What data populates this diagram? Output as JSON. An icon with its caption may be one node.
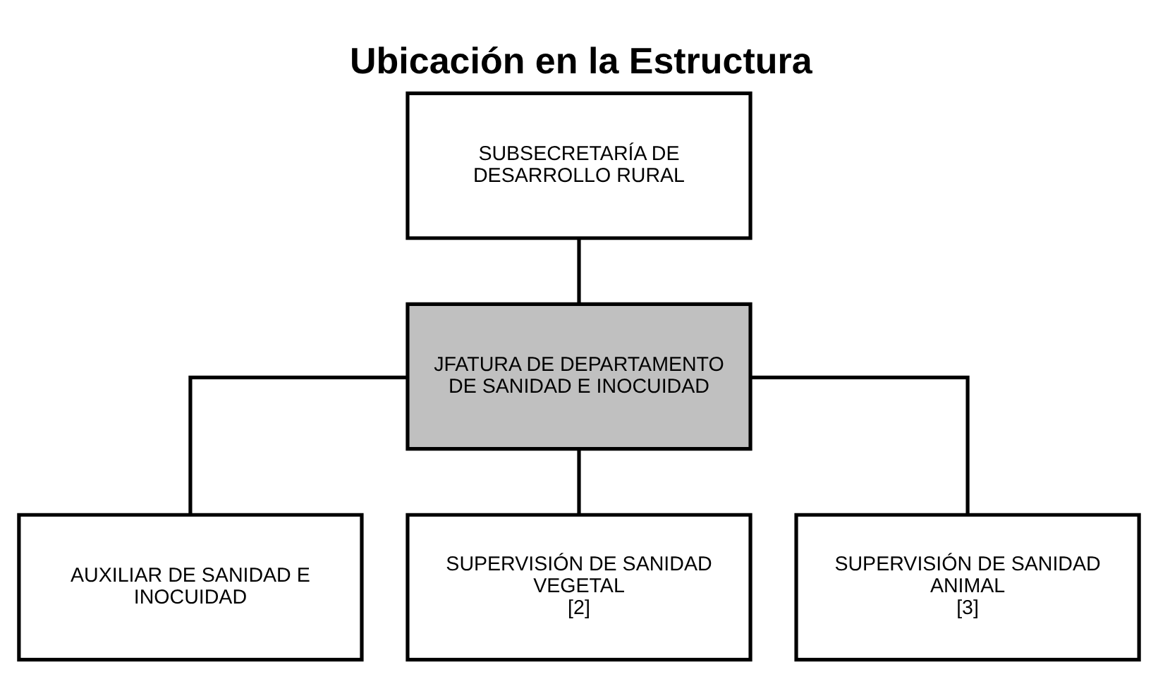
{
  "diagram": {
    "title": "Ubicación en la Estructura",
    "nodes": [
      {
        "text": [
          "SUBSECRETARÍA DE DESARROLLO RURAL"
        ]
      },
      {
        "text": [
          "JFATURA DE DEPARTAMENTO DE SANIDAD E INOCUIDAD"
        ]
      },
      {
        "text": [
          "AUXILIAR DE SANIDAD E INOCUIDAD"
        ]
      },
      {
        "text": [
          "SUPERVISIÓN DE SANIDAD VEGETAL",
          "[2]"
        ]
      },
      {
        "text": [
          "SUPERVISIÓN DE SANIDAD ANIMAL",
          "[3]"
        ]
      }
    ],
    "edges": [
      {
        "from": 0,
        "to": 1,
        "arrow": "none"
      },
      {
        "from": 1,
        "to": 2,
        "arrow": "none"
      },
      {
        "from": 1,
        "to": 3,
        "arrow": "none"
      },
      {
        "from": 1,
        "to": 4,
        "arrow": "none"
      }
    ]
  }
}
